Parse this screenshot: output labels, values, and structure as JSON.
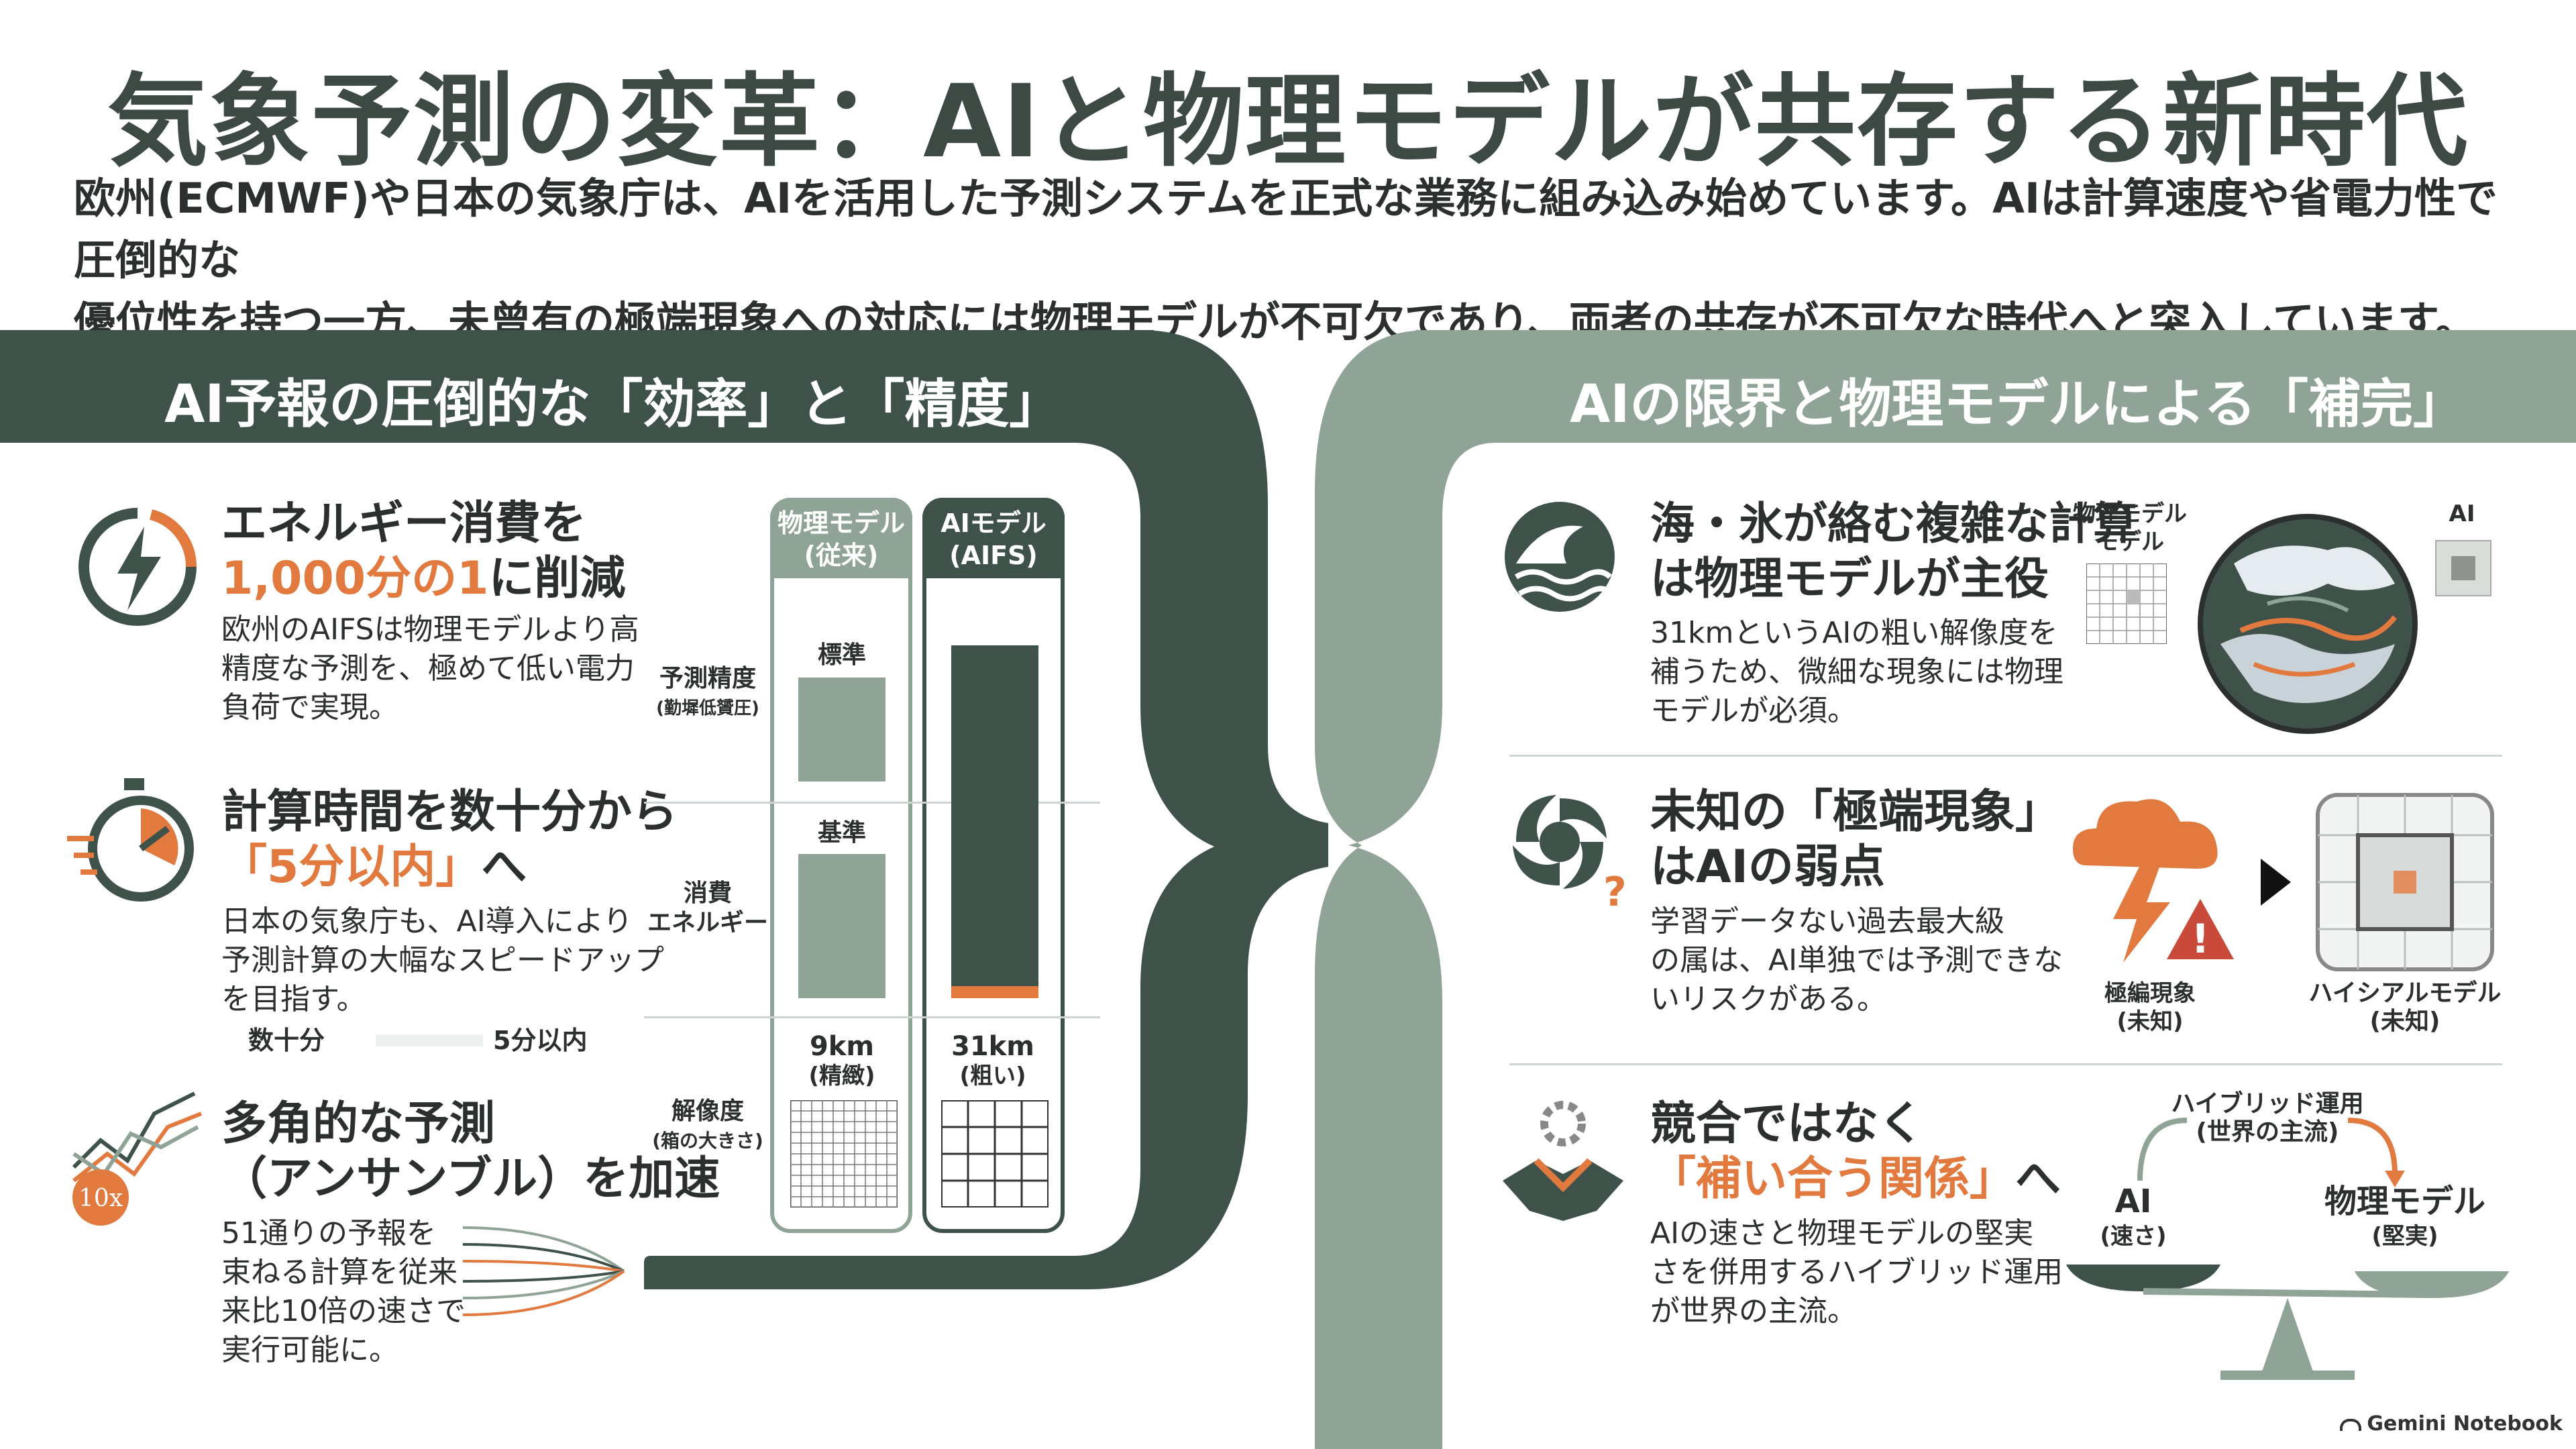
{
  "title": "気象予測の変革：AIと物理モデルが共存する新時代",
  "intro": [
    "欧州(ECMWF)や日本の気象庁は、AIを活用した予測システムを正式な業務に組み込み始めています。AIは計算速度や省電力性で圧倒的な",
    "優位性を持つ一方、未曾有の極端現象への対応には物理モデルが不可欠であり、両者の共存が不可欠な時代へと突入しています。"
  ],
  "left": {
    "heading": "AI予報の圧倒的な「効率」と「精度」",
    "items": [
      {
        "h1": "エネルギー消費を",
        "h2": "1,000分の1",
        "h3": "に削減",
        "p": [
          "欧州のAIFSは物理モデルより高",
          "精度な予測を、極めて低い電力",
          "負荷で実現。"
        ]
      },
      {
        "h1": "計算時間を数十分から",
        "h2": "「5分以内」",
        "h3": "へ",
        "p": [
          "日本の気象庁も、AI導入により",
          "予測計算の大幅なスピードアップ",
          "を目指す。"
        ],
        "from": "数十分",
        "to": "5分以内"
      },
      {
        "h1": "多角的な予測",
        "h2": "（アンサンブル）を加速",
        "badge": "10x",
        "p": [
          "51通りの予報を",
          "束ねる計算を従来",
          "来比10倍の速さで",
          "実行可能に。"
        ]
      }
    ],
    "compare": {
      "col_physics": [
        "物理モデル",
        "(従来)"
      ],
      "col_ai": [
        "AIモデル",
        "(AIFS)"
      ],
      "rows": [
        {
          "label": [
            "予測精度",
            "(勤墀低贇圧)"
          ],
          "physics_tag": "標準"
        },
        {
          "label": [
            "消費",
            "エネルギー"
          ],
          "physics_tag": "基準"
        },
        {
          "label": [
            "解像度",
            "(箱の大きさ)"
          ],
          "physics_tag": "9km",
          "physics_sub": "(精緻)",
          "ai_tag": "31km",
          "ai_sub": "(粗い)"
        }
      ]
    }
  },
  "right": {
    "heading": "AIの限界と物理モデルによる「補完」",
    "items": [
      {
        "h1": "海・氷が絡む複雑な計算",
        "h2": "は物理モデルが主役",
        "p": [
          "31kmというAIの粗い解像度を",
          "補うため、微細な現象には物理",
          "モデルが必須。"
        ],
        "label_physics": [
          "物理モデル",
          "モデル"
        ],
        "label_ai": "AI"
      },
      {
        "h1": "未知の「極端現象」",
        "h2": "はAIの弱点",
        "p": [
          "学習データない過去最大級",
          "の属は、AI単独では予測できな",
          "いリスクがある。"
        ],
        "label_a": [
          "極編現象",
          "(未知)"
        ],
        "label_b": [
          "ハイシアルモデル",
          "(未知)"
        ]
      },
      {
        "h1": "競合ではなく",
        "h2": "「補い合う関係」",
        "h3": "へ",
        "p": [
          "AIの速さと物理モデルの堅実",
          "さを併用するハイブリッド運用",
          "が世界の主流。"
        ],
        "top": [
          "ハイブリッド運用",
          "(世界の主流)"
        ],
        "left_label": [
          "AI",
          "(速さ)"
        ],
        "right_label": [
          "物理モデル",
          "(堅実)"
        ]
      }
    ]
  },
  "footer": "Gemini Notebook",
  "colors": {
    "dark_green": "#3f5249",
    "sage": "#8fa397",
    "orange": "#e27a3f"
  }
}
